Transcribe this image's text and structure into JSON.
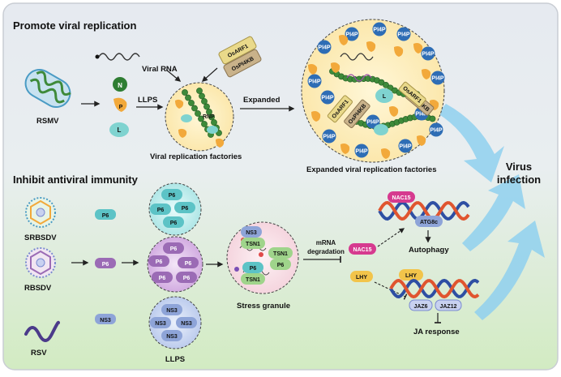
{
  "section_top": "Promote viral replication",
  "section_bottom": "Inhibit antiviral immunity",
  "virus_infection": [
    "Virus",
    "infection"
  ],
  "viruses": {
    "rsmv": "RSMV",
    "srbsdv": "SRBSDV",
    "rbsdv": "RBSDV",
    "rsv": "RSV"
  },
  "labels": {
    "viral_rna": "Viral RNA",
    "llps_arrow": "LLPS",
    "expanded": "Expanded",
    "rnp": "RNP",
    "replication_factories": "Viral replication factories",
    "expanded_factories": "Expanded viral replication factories",
    "stress_granule": "Stress granule",
    "llps_bottom": "LLPS",
    "mrna_degradation": [
      "mRNA",
      "degradation"
    ],
    "autophagy": "Autophagy",
    "ja_response": "JA response"
  },
  "proteins": {
    "N": "N",
    "P": "P",
    "L": "L",
    "osarf1": "OsARF1",
    "ospi4kb": "OsPI4KB",
    "pi4p": "PI4P",
    "p6": "P6",
    "ns3": "NS3",
    "tsn1": "TSN1",
    "nac15": "NAC15",
    "atg8c": "ATG8c",
    "lhy": "LHY",
    "jaz6": "JAZ6",
    "jaz12": "JAZ12"
  },
  "colors": {
    "p_protein": "#f2a93b",
    "l_protein": "#7fd3d0",
    "n_protein": "#2e7d32",
    "pi4p": "#2e6db5",
    "p6": "#5cc3c6",
    "p6_purple": "#9b6bb5",
    "ns3": "#8ea4d8",
    "tsn1": "#9fd48b",
    "nac15": "#d63a8f",
    "lhy": "#f2c44a",
    "bg_top": "#e7ebf1",
    "bg_bottom": "#d5ecc8",
    "arrow_blue": "#8fd0ef"
  }
}
